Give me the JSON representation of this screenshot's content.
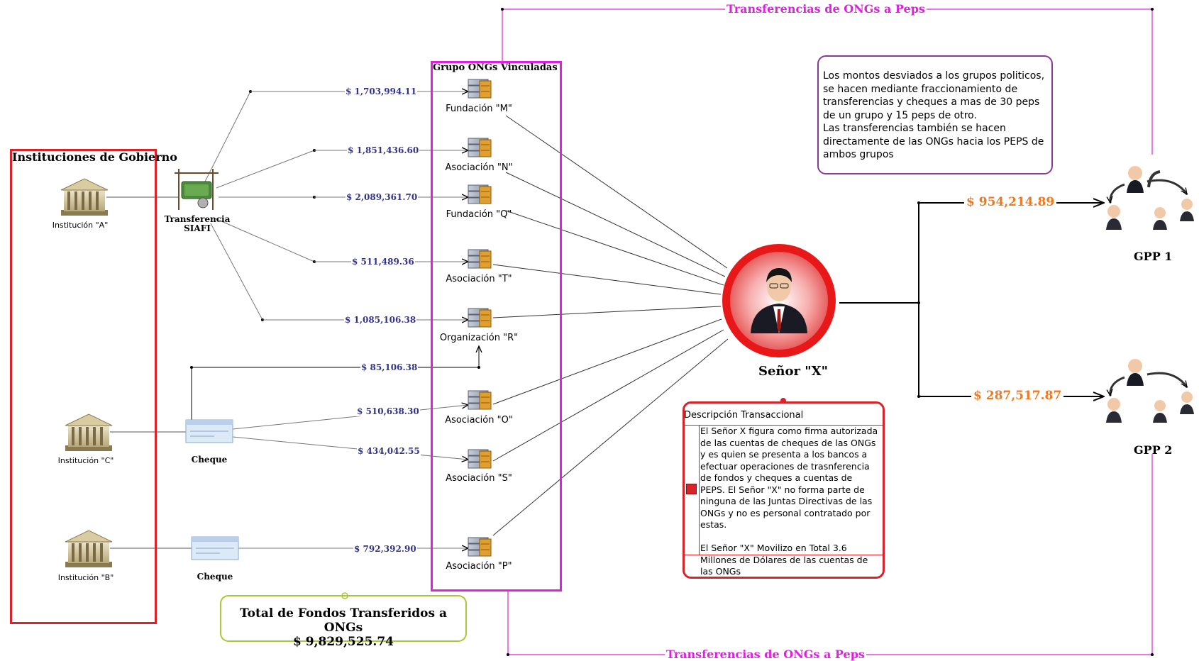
{
  "top_transfer_label": "Transferencias de ONGs a Peps",
  "bottom_transfer_label": "Transferencias de ONGs a Peps",
  "gov": {
    "title": "Instituciones de Gobierno",
    "institutions": [
      "Institución \"A\"",
      "Institución \"C\"",
      "Institución \"B\""
    ]
  },
  "channels": {
    "siafi": "Transferencia SIAFI",
    "cheque1": "Cheque",
    "cheque2": "Cheque"
  },
  "ong_group": {
    "title": "Grupo ONGs Vinculadas",
    "items": [
      "Fundación \"M\"",
      "Asociación \"N\"",
      "Fundación \"Q\"",
      "Asociación \"T\"",
      "Organización \"R\"",
      "Asociación \"O\"",
      "Asociación \"S\"",
      "Asociación \"P\""
    ]
  },
  "amounts": [
    "$ 1,703,994.11",
    "$ 1,851,436.60",
    "$ 2,089,361.70",
    "$ 511,489.36",
    "$ 1,085,106.38",
    "$ 85,106.38",
    "$ 510,638.30",
    "$ 434,042.55",
    "$ 792,392.90"
  ],
  "senor": "Señor \"X\"",
  "note": "Los montos desviados a los grupos politicos, se hacen mediante fraccionamiento de transferencias y cheques a mas de 30 peps de un grupo y 15 peps de otro.\nLas transferencias también se hacen directamente de las ONGs hacia los PEPS de ambos grupos",
  "description": {
    "title": "Descripción Transaccional",
    "body": "El Señor X figura como firma autorizada de las cuentas de cheques de las ONGs y es quien se presenta a los bancos a efectuar operaciones de trasnferencia de fondos y cheques a cuentas de PEPS. El Señor \"X\" no forma parte de ninguna de las Juntas Directivas de las ONGs y no es personal contratado por estas.\n\nEl Señor \"X\" Movilizo en Total 3.6 Millones de Dólares de las cuentas de las ONGs"
  },
  "total": {
    "title": "Total de Fondos Transferidos a ONGs",
    "value": "$ 9,829,525.74"
  },
  "gpp": [
    {
      "label": "GPP 1",
      "amount": "$ 954,214.89"
    },
    {
      "label": "GPP 2",
      "amount": "$ 287,517.87"
    }
  ],
  "colors": {
    "gov_border": "#d8232a",
    "ong_border": "#e020e0",
    "amount_text": "#33338a",
    "gpp_amount": "#f07820",
    "total_border": "#a8c838",
    "note_border": "#8a3a9a"
  }
}
